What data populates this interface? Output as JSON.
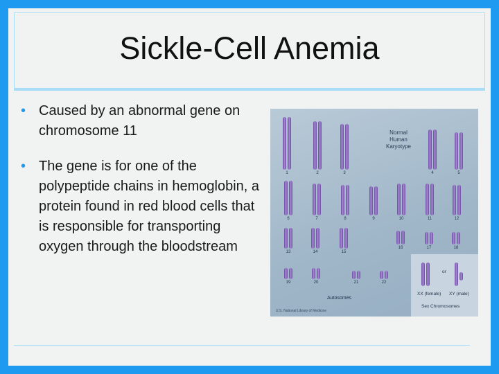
{
  "title": "Sickle-Cell Anemia",
  "bullets": [
    "Caused by an abnormal gene on chromosome 11",
    "The gene is for one of the polypeptide chains in hemoglobin, a protein found in red blood cells that is responsible for transporting oxygen through the bloodstream"
  ],
  "bullet_glyph": "•",
  "karyotype": {
    "title_lines": [
      "Normal",
      "Human",
      "Karyotype"
    ],
    "numbers": [
      "1",
      "2",
      "3",
      "4",
      "5",
      "6",
      "7",
      "8",
      "9",
      "10",
      "11",
      "12",
      "13",
      "14",
      "15",
      "16",
      "17",
      "18",
      "19",
      "20",
      "21",
      "22"
    ],
    "or_label": "or",
    "xx_label": "XX (female)",
    "xy_label": "XY (male)",
    "autosomes_label": "Autosomes",
    "sex_label": "Sex Chromosomes",
    "credit": "U.S. National Library of Medicine"
  },
  "colors": {
    "background": "#1e9bf0",
    "slide": "#f1f2f2",
    "accent_rule": "#a9dcf7",
    "chromosome": "#8a6bc0"
  }
}
